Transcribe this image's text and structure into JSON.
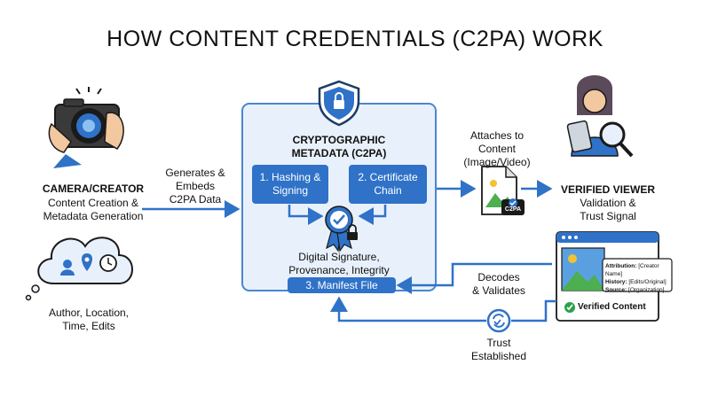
{
  "title": "HOW CONTENT CREDENTIALS (C2PA) WORK",
  "camera": {
    "heading": "CAMERA/CREATOR",
    "line1": "Content Creation &",
    "line2": "Metadata Generation"
  },
  "generates": {
    "line1": "Generates &",
    "line2": "Embeds",
    "line3": "C2PA Data"
  },
  "cloud": {
    "line1": "Author, Location,",
    "line2": "Time, Edits"
  },
  "crypto": {
    "heading1": "CRYPTOGRAPHIC",
    "heading2": "METADATA (C2PA)",
    "hashing1": "1. Hashing &",
    "hashing2": "Signing",
    "cert1": "2. Certificate",
    "cert2": "Chain",
    "signature1": "Digital Signature,",
    "signature2": "Provenance, Integrity",
    "manifest": "3. Manifest File"
  },
  "attaches": {
    "line1": "Attaches to",
    "line2": "Content",
    "line3": "(Image/Video)"
  },
  "file_badge": "C2PA",
  "viewer": {
    "heading": "VERIFIED VIEWER",
    "line1": "Validation &",
    "line2": "Trust Signal"
  },
  "decodes": {
    "line1": "Decodes",
    "line2": "& Validates"
  },
  "trust": {
    "line1": "Trust",
    "line2": "Established"
  },
  "browser": {
    "attr_label": "Attribution:",
    "attr_value": "[Creator Name]",
    "hist_label": "History:",
    "hist_value": "[Edits/Original]",
    "src_label": "Source:",
    "src_value": "[Organization]",
    "verified": "Verified Content"
  },
  "colors": {
    "accent": "#2f72c8",
    "panel": "#e8f1fb",
    "panel_border": "#4a86cf",
    "green": "#2aa14a"
  }
}
